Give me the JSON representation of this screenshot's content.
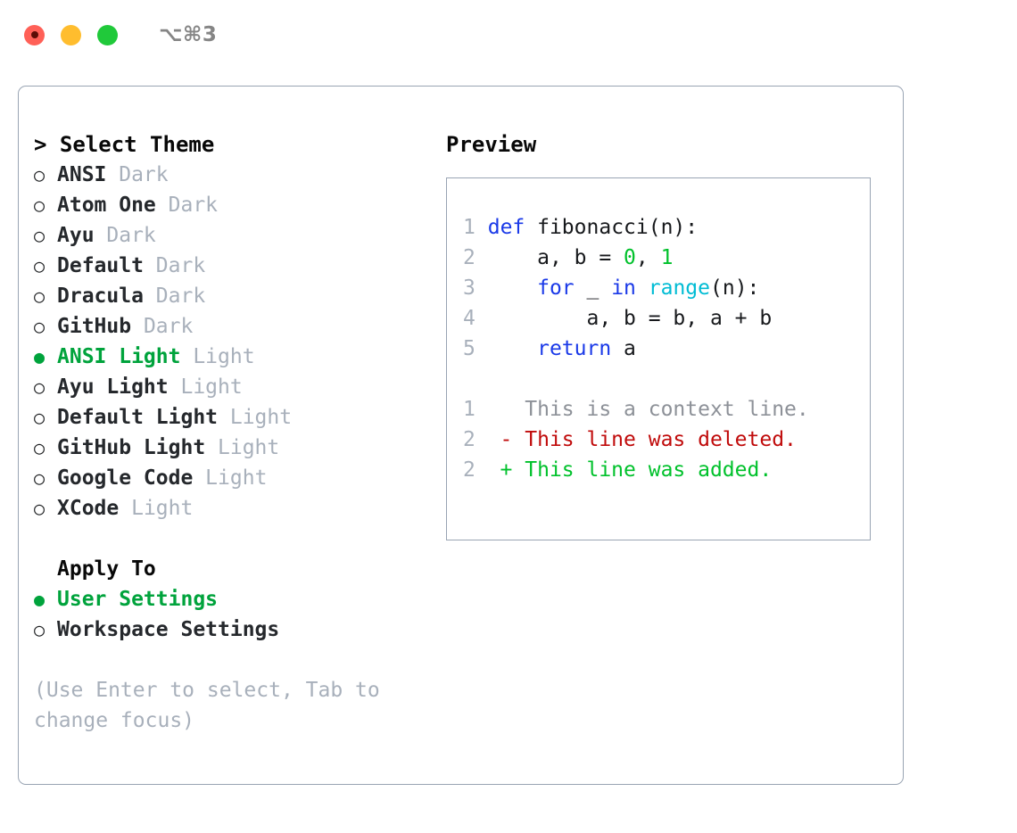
{
  "window": {
    "shortcut": "⌥⌘3",
    "traffic_lights": [
      {
        "name": "close",
        "color": "#ff6057"
      },
      {
        "name": "minimize",
        "color": "#ffbd2e"
      },
      {
        "name": "zoom",
        "color": "#20c93a"
      }
    ]
  },
  "theme_panel": {
    "heading": "> Select Theme",
    "marker_unselected": "○",
    "marker_selected": "●",
    "accent_color": "#00a33c",
    "items": [
      {
        "label": "ANSI",
        "suffix": "Dark",
        "selected": false
      },
      {
        "label": "Atom One",
        "suffix": "Dark",
        "selected": false
      },
      {
        "label": "Ayu",
        "suffix": "Dark",
        "selected": false
      },
      {
        "label": "Default",
        "suffix": "Dark",
        "selected": false
      },
      {
        "label": "Dracula",
        "suffix": "Dark",
        "selected": false
      },
      {
        "label": "GitHub",
        "suffix": "Dark",
        "selected": false
      },
      {
        "label": "ANSI Light",
        "suffix": "Light",
        "selected": true
      },
      {
        "label": "Ayu Light",
        "suffix": "Light",
        "selected": false
      },
      {
        "label": "Default Light",
        "suffix": "Light",
        "selected": false
      },
      {
        "label": "GitHub Light",
        "suffix": "Light",
        "selected": false
      },
      {
        "label": "Google Code",
        "suffix": "Light",
        "selected": false
      },
      {
        "label": "XCode",
        "suffix": "Light",
        "selected": false
      }
    ]
  },
  "apply_to": {
    "heading": "Apply To",
    "items": [
      {
        "label": "User Settings",
        "selected": true
      },
      {
        "label": "Workspace Settings",
        "selected": false
      }
    ]
  },
  "hint": "(Use Enter to select, Tab to change focus)",
  "preview": {
    "heading": "Preview",
    "code_lines": [
      {
        "num": "1",
        "tokens": [
          {
            "t": "def ",
            "k": "kw"
          },
          {
            "t": "fibonacci(n):",
            "k": "plain"
          }
        ]
      },
      {
        "num": "2",
        "tokens": [
          {
            "t": "    a, b = ",
            "k": "plain"
          },
          {
            "t": "0",
            "k": "num"
          },
          {
            "t": ", ",
            "k": "plain"
          },
          {
            "t": "1",
            "k": "num"
          }
        ]
      },
      {
        "num": "3",
        "tokens": [
          {
            "t": "    ",
            "k": "plain"
          },
          {
            "t": "for",
            "k": "kw"
          },
          {
            "t": " _ ",
            "k": "plain"
          },
          {
            "t": "in",
            "k": "kw"
          },
          {
            "t": " ",
            "k": "plain"
          },
          {
            "t": "range",
            "k": "fn"
          },
          {
            "t": "(n):",
            "k": "plain"
          }
        ]
      },
      {
        "num": "4",
        "tokens": [
          {
            "t": "        a, b = b, a + b",
            "k": "plain"
          }
        ]
      },
      {
        "num": "5",
        "tokens": [
          {
            "t": "    ",
            "k": "plain"
          },
          {
            "t": "return",
            "k": "kw"
          },
          {
            "t": " a",
            "k": "plain"
          }
        ]
      }
    ],
    "diff_lines": [
      {
        "num": "1",
        "marker": " ",
        "text": "This is a context line.",
        "kind": "context"
      },
      {
        "num": "2",
        "marker": "-",
        "text": "This line was deleted.",
        "kind": "del"
      },
      {
        "num": "2",
        "marker": "+",
        "text": "This line was added.",
        "kind": "add"
      }
    ]
  }
}
